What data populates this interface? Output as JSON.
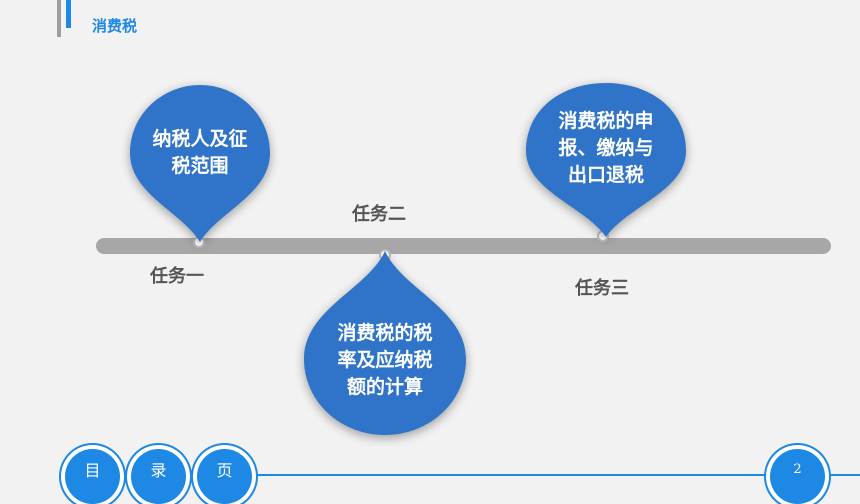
{
  "header": {
    "title": "消费税"
  },
  "drops": [
    {
      "line1": "纳税人及征",
      "line2": "税范围",
      "line3": ""
    },
    {
      "line1": "消费税的税",
      "line2": "率及应纳税",
      "line3": "额的计算"
    },
    {
      "line1": "消费税的申",
      "line2": "报、缴纳与",
      "line3": "出口退税"
    }
  ],
  "tasks": {
    "task1": "任务一",
    "task2": "任务二",
    "task3": "任务三"
  },
  "nav": {
    "mu": "目",
    "lu": "录",
    "ye": "页"
  },
  "page": {
    "number": "2"
  },
  "colors": {
    "accent": "#1e88e5",
    "drop": "#2f74c9",
    "timeline": "#a7a7a7"
  }
}
